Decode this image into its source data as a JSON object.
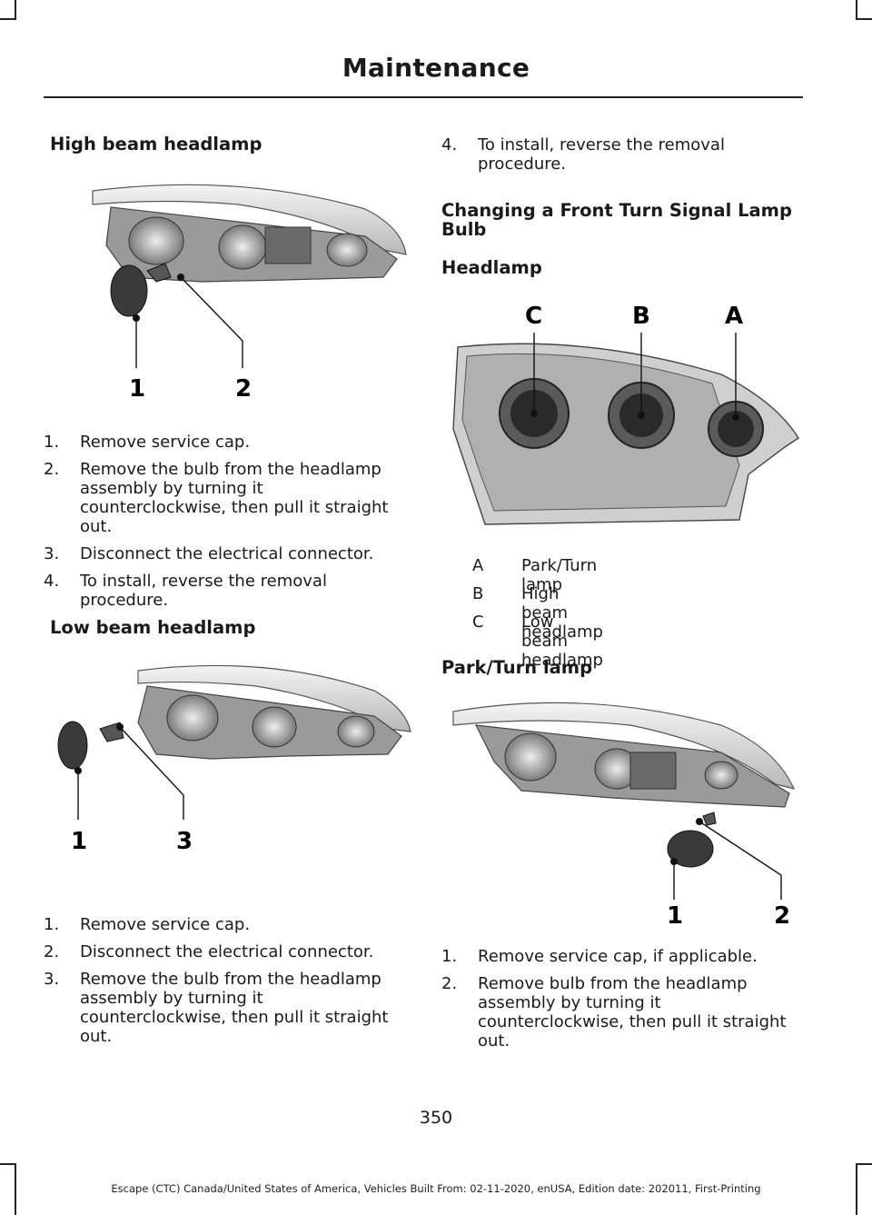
{
  "header": {
    "title": "Maintenance"
  },
  "left": {
    "high_beam": {
      "heading": "High beam headlamp",
      "callouts": [
        "1",
        "2"
      ],
      "steps": [
        {
          "num": "1.",
          "text": "Remove service cap."
        },
        {
          "num": "2.",
          "text": "Remove the bulb from the headlamp assembly by turning it counterclockwise, then pull it straight out."
        },
        {
          "num": "3.",
          "text": "Disconnect the electrical connector."
        },
        {
          "num": "4.",
          "text": "To install, reverse the removal procedure."
        }
      ]
    },
    "low_beam": {
      "heading": "Low beam headlamp",
      "callouts": [
        "1",
        "3"
      ],
      "steps": [
        {
          "num": "1.",
          "text": "Remove service cap."
        },
        {
          "num": "2.",
          "text": "Disconnect the electrical connector."
        },
        {
          "num": "3.",
          "text": "Remove the bulb from the headlamp assembly by turning it counterclockwise, then pull it straight out."
        }
      ]
    }
  },
  "right": {
    "step4": {
      "num": "4.",
      "text": "To install, reverse the removal procedure."
    },
    "section_heading": "Changing a Front Turn Signal Lamp Bulb",
    "sub_heading": "Headlamp",
    "headlamp_callouts": [
      "C",
      "B",
      "A"
    ],
    "legend": [
      {
        "key": "A",
        "label": "Park/Turn lamp"
      },
      {
        "key": "B",
        "label": "High beam headlamp"
      },
      {
        "key": "C",
        "label": "Low beam headlamp"
      }
    ],
    "park_turn": {
      "heading": "Park/Turn lamp",
      "callouts": [
        "1",
        "2"
      ],
      "steps": [
        {
          "num": "1.",
          "text": "Remove service cap, if applicable."
        },
        {
          "num": "2.",
          "text": "Remove bulb from the headlamp assembly by turning it counterclockwise, then pull it straight out."
        }
      ]
    }
  },
  "page_number": "350",
  "footer": "Escape (CTC) Canada/United States of America, Vehicles Built From: 02-11-2020, enUSA, Edition date: 202011, First-Printing"
}
